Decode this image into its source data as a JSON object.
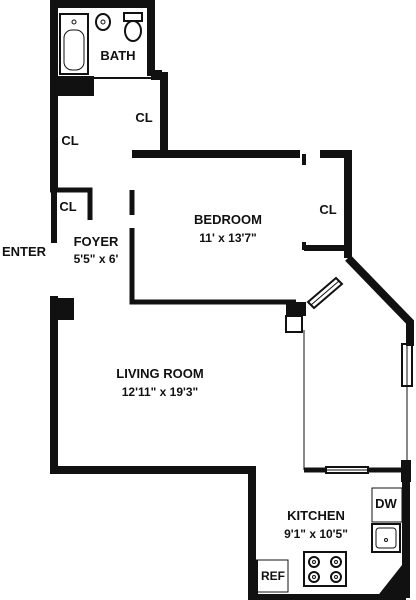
{
  "rooms": {
    "bath": {
      "label": "BATH"
    },
    "closet_hall": {
      "label": "CL"
    },
    "closet_upper": {
      "label": "CL"
    },
    "closet_foyer": {
      "label": "CL"
    },
    "closet_bedroom": {
      "label": "CL"
    },
    "foyer": {
      "label": "FOYER",
      "dims": "5'5\" x 6'"
    },
    "bedroom": {
      "label": "BEDROOM",
      "dims": "11' x 13'7\""
    },
    "living": {
      "label": "LIVING ROOM",
      "dims": "12'11\" x 19'3\""
    },
    "kitchen": {
      "label": "KITCHEN",
      "dims": "9'1\" x 10'5\""
    },
    "dishwasher": {
      "label": "DW"
    },
    "refrigerator": {
      "label": "REF"
    }
  },
  "entry": {
    "label": "ENTER"
  }
}
